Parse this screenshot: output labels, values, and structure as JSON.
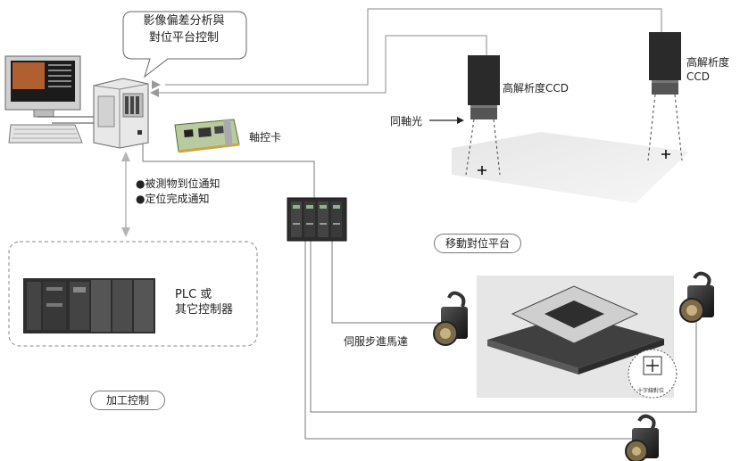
{
  "callout": {
    "line1": "影像偏差分析與",
    "line2": "對位平台控制"
  },
  "ccd_left": {
    "line1": "高解析度CCD"
  },
  "ccd_right": {
    "line1": "高解析度",
    "line2": "CCD"
  },
  "coaxial_light": "同軸光",
  "axis_card": "軸控卡",
  "notifications": [
    "被測物到位通知",
    "定位完成通知"
  ],
  "plc": {
    "line1": "PLC 或",
    "line2": "其它控制器"
  },
  "servo_motor": "伺服步進馬達",
  "platform_title": "移動對位平台",
  "crosshair_label": "十字線對位",
  "process_control": "加工控制",
  "bullet": "●",
  "colors": {
    "line": "#7a7a7a",
    "arrow_gray": "#aaaaaa",
    "dark": "#2b2b2b",
    "platform": "#3b3b3b"
  }
}
